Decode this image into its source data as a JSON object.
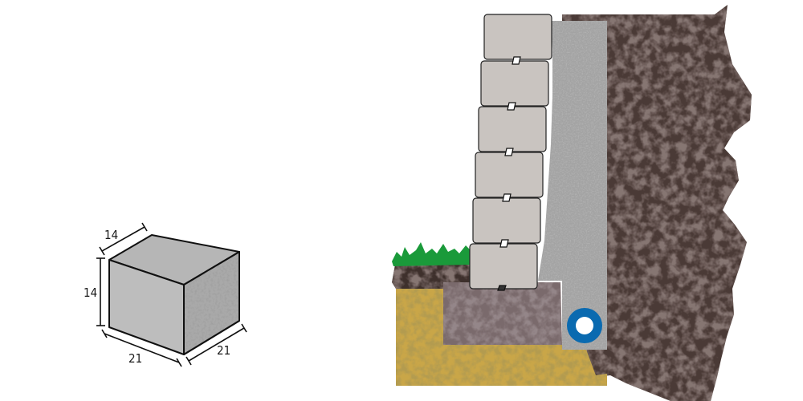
{
  "block_dimensions": {
    "depth_top": "14",
    "height": "14",
    "width_front": "21",
    "length_side": "21"
  },
  "wall": {
    "block_count": 6,
    "drain_pipe": true
  },
  "colors": {
    "block_face": "#c9c4c0",
    "block_front_3d": "#bcbcbc",
    "block_top_3d": "#b6b6b6",
    "gravel": "#9a9a9a",
    "soil_dark": "#4a3a36",
    "footing": "#7a6a6c",
    "sand": "#c9a648",
    "grass": "#1a9a3a",
    "pipe_ring": "#0a6ab0"
  }
}
